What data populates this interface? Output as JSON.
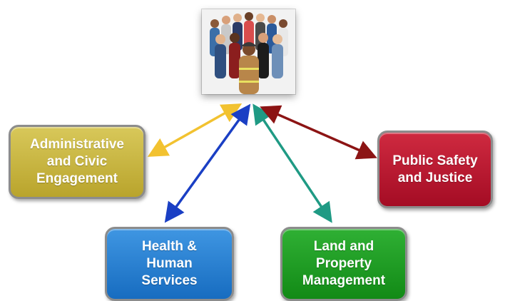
{
  "center": {
    "icon": "people-group-photo"
  },
  "nodes": {
    "admin": {
      "label": "Administrative\nand Civic\nEngagement",
      "color": "#c9b73a"
    },
    "public_safety": {
      "label": "Public Safety\nand Justice",
      "color": "#b8102a"
    },
    "health": {
      "label": "Health &\nHuman\nServices",
      "color": "#1e7ad0"
    },
    "land": {
      "label": "Land and\nProperty\nManagement",
      "color": "#169a1c"
    }
  },
  "arrow_colors": {
    "admin": "#f2c230",
    "health": "#1a3fc4",
    "land": "#1f9a84",
    "public_safety": "#8c1414"
  }
}
